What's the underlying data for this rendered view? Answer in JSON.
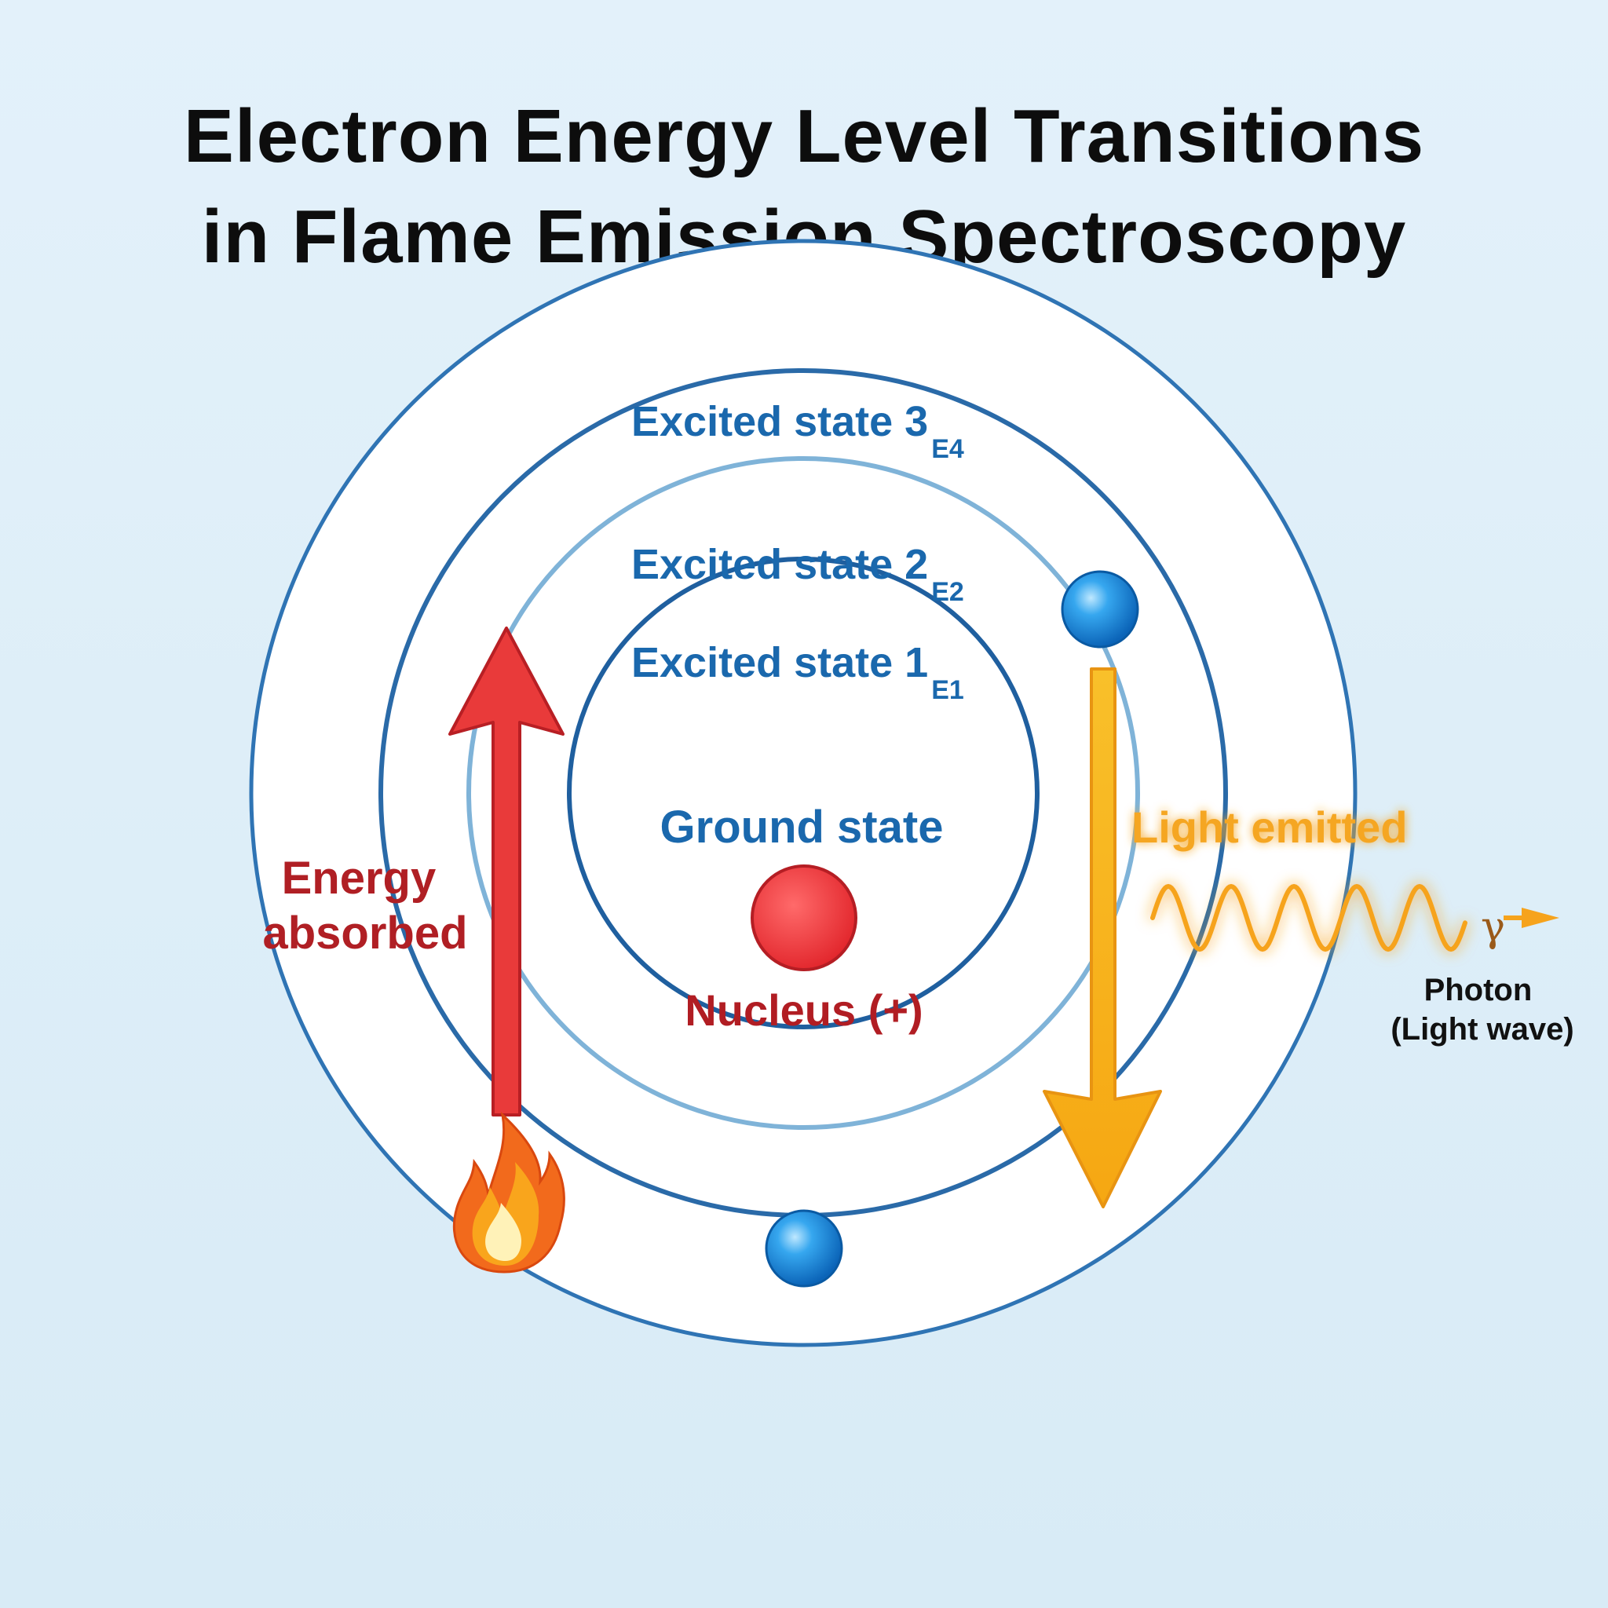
{
  "title": {
    "line1": "Electron Energy Level Transitions",
    "line2": "in Flame Emission Spectroscopy"
  },
  "levels": {
    "excited3": {
      "label": "Excited state 3",
      "sub": "E4"
    },
    "excited2": {
      "label": "Excited state 2",
      "sub": "E2"
    },
    "excited1": {
      "label": "Excited state 1",
      "sub": "E1"
    },
    "ground": {
      "label": "Ground state"
    }
  },
  "nucleus": {
    "label": "Nucleus (+)"
  },
  "absorption": {
    "line1": "Energy",
    "line2": "absorbed"
  },
  "emission": {
    "label": "Light emitted"
  },
  "photon": {
    "symbol": "γ",
    "line1": "Photon",
    "line2": "(Light wave)"
  },
  "colors": {
    "orbit": "#2a6fb0",
    "orbit_light": "#7fb3d8",
    "label_blue": "#1a68ad",
    "nucleus": "#e8383c",
    "nucleus_label": "#b11d23",
    "absorb_arrow": "#e93a3a",
    "absorb_label": "#b01f24",
    "emit_arrow": "#f6b21a",
    "emit_label": "#f5a623",
    "electron": "#1e8fe0"
  },
  "icons": {
    "flame": "flame-icon",
    "electron": "electron-icon",
    "nucleus": "nucleus-icon"
  }
}
